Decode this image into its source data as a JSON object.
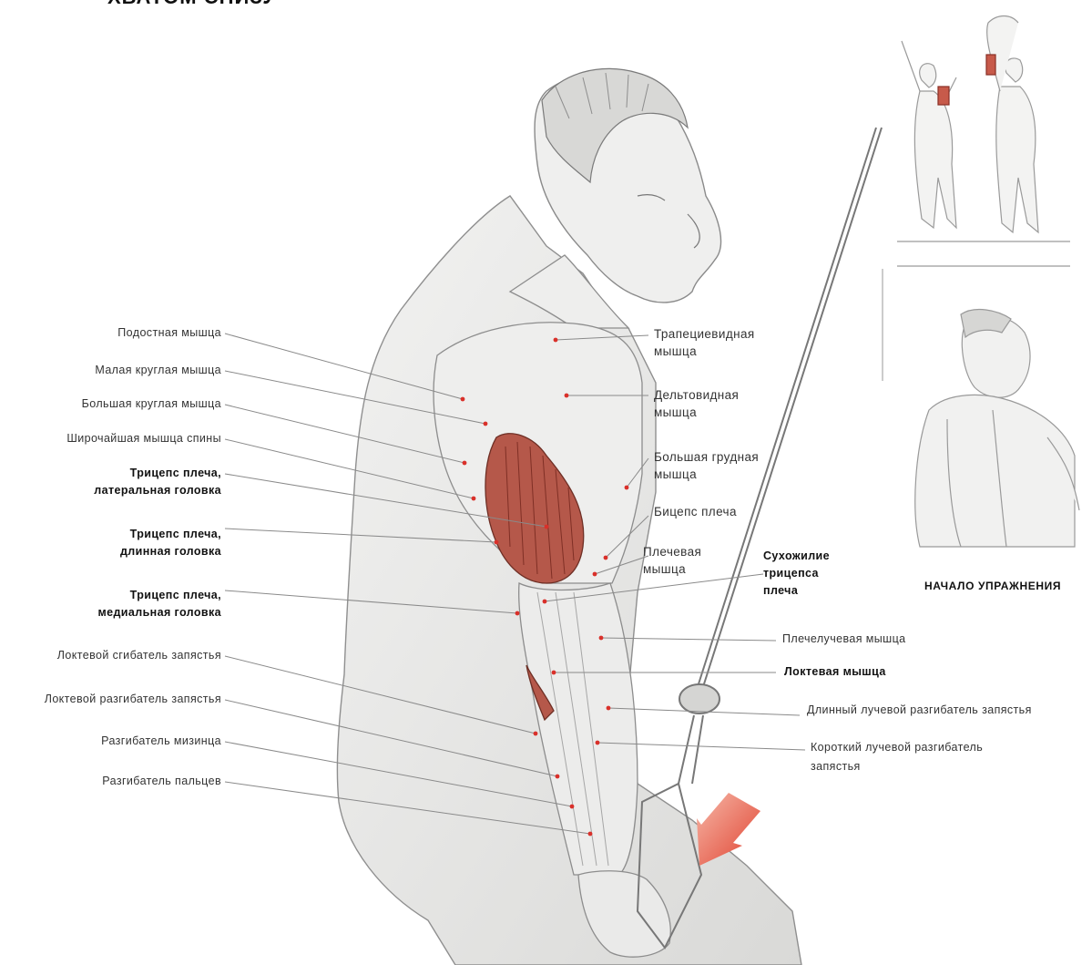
{
  "title": "ХВАТОМ СНИЗУ",
  "start_caption": "НАЧАЛО УПРАЖНЕНИЯ",
  "labels_left": {
    "infraspinatus": "Подостная мышца",
    "teres_minor": "Малая круглая мышца",
    "teres_major": "Большая круглая мышца",
    "latissimus": "Широчайшая мышца спины",
    "triceps_lateral_1": "Трицепс плеча,",
    "triceps_lateral_2": "латеральная головка",
    "triceps_long_1": "Трицепс плеча,",
    "triceps_long_2": "длинная головка",
    "triceps_medial_1": "Трицепс плеча,",
    "triceps_medial_2": "медиальная головка",
    "flexor_carpi_ulnaris": "Локтевой сгибатель запястья",
    "extensor_carpi_ulnaris": "Локтевой разгибатель запястья",
    "extensor_digiti_minimi": "Разгибатель мизинца",
    "extensor_digitorum": "Разгибатель пальцев"
  },
  "labels_right": {
    "trapezius_1": "Трапециевидная",
    "trapezius_2": "мышца",
    "deltoid_1": "Дельтовидная",
    "deltoid_2": "мышца",
    "pectoralis_1": "Большая грудная",
    "pectoralis_2": "мышца",
    "biceps": "Бицепс плеча",
    "brachialis_1": "Плечевая",
    "brachialis_2": "мышца",
    "triceps_tendon_1": "Сухожилие",
    "triceps_tendon_2": "трицепса",
    "triceps_tendon_3": "плеча",
    "brachioradialis": "Плечелучевая мышца",
    "anconeus": "Локтевая мышца",
    "ecr_longus": "Длинный лучевой разгибатель запястья",
    "ecr_brevis_1": "Короткий лучевой разгибатель",
    "ecr_brevis_2": "запястья"
  },
  "colors": {
    "muscle_red": "#b5584a",
    "pointer_dot": "#d9302a",
    "arrow_red": "#e0412f",
    "line": "#8a8a8a",
    "sketch": "#9a9a9a"
  }
}
